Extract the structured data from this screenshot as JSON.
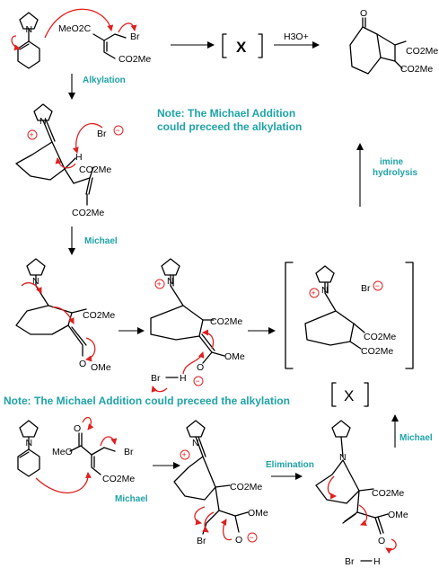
{
  "reagents": {
    "acid": "H3O+",
    "bromide": "Br",
    "hbr_h": "H",
    "br": "Br"
  },
  "intermediate": {
    "label": "X",
    "label2": "X"
  },
  "groups": {
    "ester": "CO2Me",
    "ester_left": "MeO2C",
    "ome": "OMe",
    "ome_left": "MeO",
    "o": "O",
    "n": "N",
    "h": "H"
  },
  "charges": {
    "plus": "+",
    "minus": "−"
  },
  "steps": {
    "alkylation": "Alkylation",
    "michael": "Michael",
    "imine_hydrolysis_1": "imine",
    "imine_hydrolysis_2": "hydrolysis",
    "elimination": "Elimination",
    "michael_2": "Michael",
    "michael_3": "Michael"
  },
  "notes": {
    "note_right_1": "Note: The Michael Addition",
    "note_right_2": "could preceed the alkylation",
    "note_mid": "Note: The Michael Addition could preceed the alkylation"
  },
  "colors": {
    "arrow_push": "#e02020",
    "label": "#1fa3a7"
  }
}
